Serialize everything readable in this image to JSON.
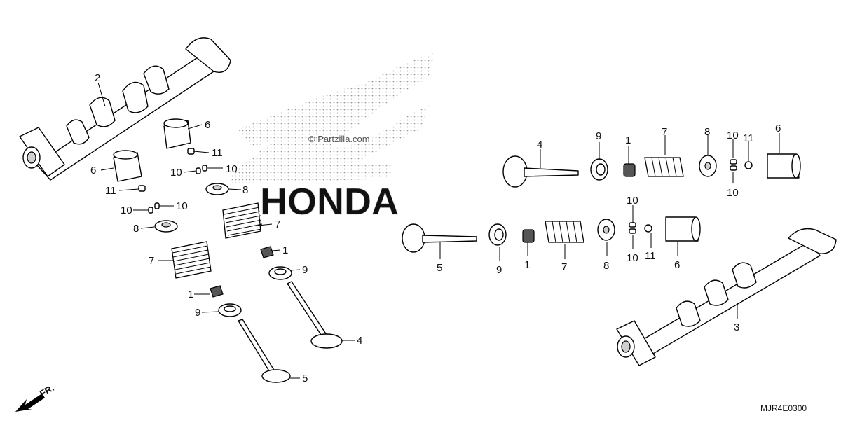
{
  "watermark": "© Partzilla.com",
  "logo_text": "HONDA",
  "diagram_code": "MJR4E0300",
  "front_marker": "FR.",
  "callouts": {
    "left": [
      {
        "id": "L2",
        "text": "2"
      },
      {
        "id": "L6a",
        "text": "6"
      },
      {
        "id": "L11a",
        "text": "11"
      },
      {
        "id": "L10a",
        "text": "10"
      },
      {
        "id": "L10b",
        "text": "10"
      },
      {
        "id": "L8a",
        "text": "8"
      },
      {
        "id": "L7a",
        "text": "7"
      },
      {
        "id": "L1a",
        "text": "1"
      },
      {
        "id": "L9a",
        "text": "9"
      },
      {
        "id": "L4",
        "text": "4"
      },
      {
        "id": "L6b",
        "text": "6"
      },
      {
        "id": "L11b",
        "text": "11"
      },
      {
        "id": "L10c",
        "text": "10"
      },
      {
        "id": "L10d",
        "text": "10"
      },
      {
        "id": "L8b",
        "text": "8"
      },
      {
        "id": "L7b",
        "text": "7"
      },
      {
        "id": "L1b",
        "text": "1"
      },
      {
        "id": "L9b",
        "text": "9"
      },
      {
        "id": "L5",
        "text": "5"
      }
    ],
    "right_top": [
      {
        "id": "R4",
        "text": "4"
      },
      {
        "id": "R9",
        "text": "9"
      },
      {
        "id": "R1",
        "text": "1"
      },
      {
        "id": "R7",
        "text": "7"
      },
      {
        "id": "R8",
        "text": "8"
      },
      {
        "id": "R10a",
        "text": "10"
      },
      {
        "id": "R11",
        "text": "11"
      },
      {
        "id": "R6",
        "text": "6"
      },
      {
        "id": "R10b",
        "text": "10"
      }
    ],
    "right_bottom": [
      {
        "id": "B5",
        "text": "5"
      },
      {
        "id": "B9",
        "text": "9"
      },
      {
        "id": "B1",
        "text": "1"
      },
      {
        "id": "B7",
        "text": "7"
      },
      {
        "id": "B8",
        "text": "8"
      },
      {
        "id": "B10a",
        "text": "10"
      },
      {
        "id": "B10b",
        "text": "10"
      },
      {
        "id": "B11",
        "text": "11"
      },
      {
        "id": "B6",
        "text": "6"
      },
      {
        "id": "B3",
        "text": "3"
      }
    ]
  }
}
